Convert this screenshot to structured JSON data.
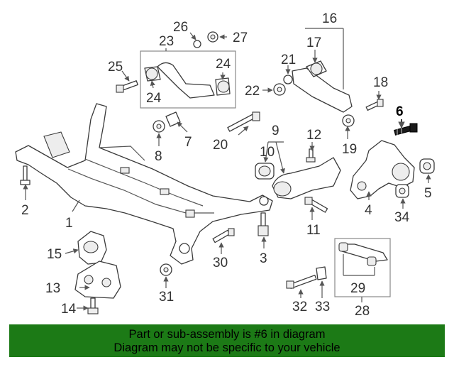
{
  "diagram": {
    "callouts": [
      {
        "id": "c1",
        "text": "1"
      },
      {
        "id": "c2",
        "text": "2"
      },
      {
        "id": "c3",
        "text": "3"
      },
      {
        "id": "c4",
        "text": "4"
      },
      {
        "id": "c5",
        "text": "5"
      },
      {
        "id": "c6",
        "text": "6",
        "highlight": true
      },
      {
        "id": "c7",
        "text": "7"
      },
      {
        "id": "c8",
        "text": "8"
      },
      {
        "id": "c9",
        "text": "9"
      },
      {
        "id": "c10",
        "text": "10"
      },
      {
        "id": "c11",
        "text": "11"
      },
      {
        "id": "c12",
        "text": "12"
      },
      {
        "id": "c13",
        "text": "13"
      },
      {
        "id": "c14",
        "text": "14"
      },
      {
        "id": "c15",
        "text": "15"
      },
      {
        "id": "c16",
        "text": "16"
      },
      {
        "id": "c17",
        "text": "17"
      },
      {
        "id": "c18",
        "text": "18"
      },
      {
        "id": "c19",
        "text": "19"
      },
      {
        "id": "c20",
        "text": "20"
      },
      {
        "id": "c21",
        "text": "21"
      },
      {
        "id": "c22",
        "text": "22"
      },
      {
        "id": "c23",
        "text": "23"
      },
      {
        "id": "c24a",
        "text": "24"
      },
      {
        "id": "c24b",
        "text": "24"
      },
      {
        "id": "c25",
        "text": "25"
      },
      {
        "id": "c26",
        "text": "26"
      },
      {
        "id": "c27",
        "text": "27"
      },
      {
        "id": "c28",
        "text": "28"
      },
      {
        "id": "c29",
        "text": "29"
      },
      {
        "id": "c30",
        "text": "30"
      },
      {
        "id": "c31",
        "text": "31"
      },
      {
        "id": "c32",
        "text": "32"
      },
      {
        "id": "c33",
        "text": "33"
      },
      {
        "id": "c34",
        "text": "34"
      }
    ],
    "colors": {
      "banner": "#1c7a16",
      "highlight_part": "#1a1a1a"
    }
  },
  "banner": {
    "line1": "Part or sub-assembly is #6 in diagram",
    "line2": "Diagram may not be specific to your vehicle"
  }
}
